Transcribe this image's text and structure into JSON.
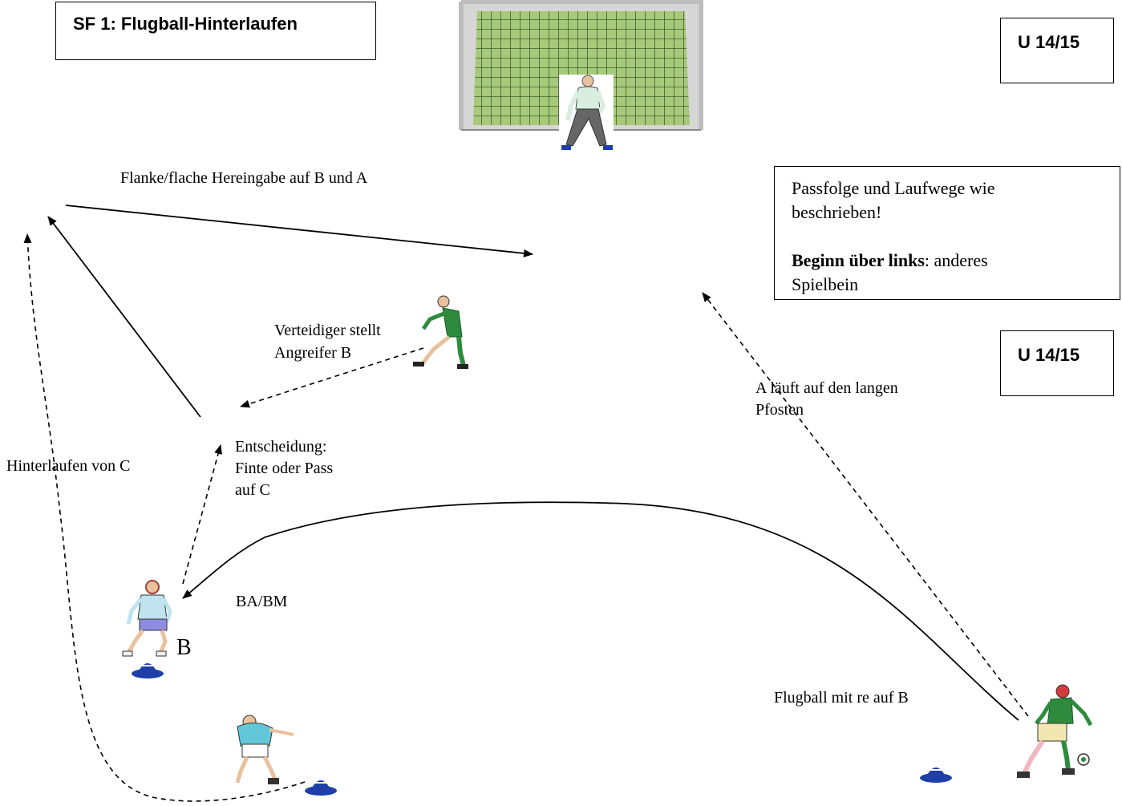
{
  "title": "SF 1: Flugball-Hinterlaufen",
  "age_badge_top": "U 14/15",
  "age_badge_mid": "U 14/15",
  "info_box": {
    "line1": "Passfolge und Laufwege wie",
    "line2": "beschrieben!",
    "bold_part": "Beginn über links",
    "rest_part": ": anderes",
    "line4": "Spielbein"
  },
  "labels": {
    "cross": "Flanke/flache Hereingabe  auf B und A",
    "defender_l1": "Verteidiger stellt",
    "defender_l2": "Angreifer B",
    "decision_l1": "Entscheidung:",
    "decision_l2": "Finte oder Pass",
    "decision_l3": "auf C",
    "overlap": "Hinterlaufen von C",
    "ba_bm": "BA/BM",
    "player_b": "B",
    "run_a_l1": "A läuft auf den langen",
    "run_a_l2": "Pfosten",
    "long_ball": "Flugball mit re auf B"
  },
  "colors": {
    "net_green": "#a7c97a",
    "goal_frame": "#bdbdbd",
    "cone_blue": "#1e3fa8",
    "jersey_green": "#2e8b3e",
    "jersey_light_blue": "#bfe3ef",
    "jersey_cyan": "#62c7d9"
  }
}
